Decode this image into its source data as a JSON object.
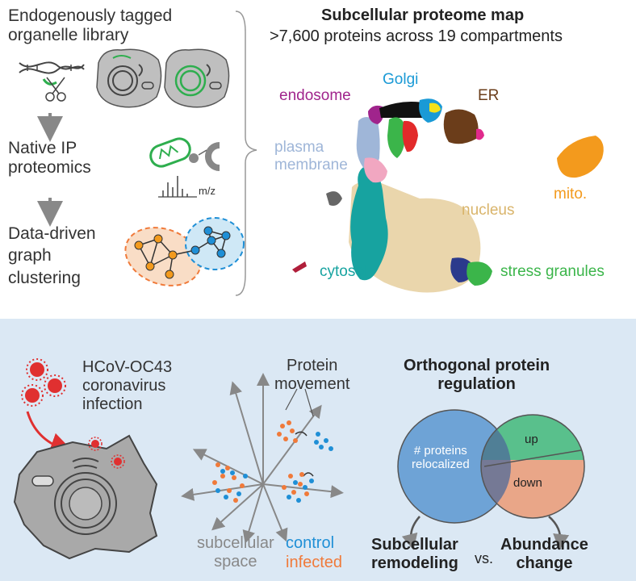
{
  "top": {
    "steps": [
      {
        "label": "Endogenously tagged\norganelle library"
      },
      {
        "label": "Native IP\nproteomics"
      },
      {
        "label": "Data-driven\ngraph\nclustering"
      }
    ],
    "mz_label": "m/z",
    "map": {
      "title": "Subcellular proteome map",
      "subtitle": ">7,600 proteins across 19 compartments",
      "compartments": [
        {
          "name": "endosome",
          "color": "#a0248c"
        },
        {
          "name": "Golgi",
          "color": "#1a9ad6"
        },
        {
          "name": "ER",
          "color": "#6b3d1a"
        },
        {
          "name": "plasma\nmembrane",
          "color": "#9fb6d8"
        },
        {
          "name": "mito.",
          "color": "#f39a1d"
        },
        {
          "name": "nucleus",
          "color": "#e0c48a"
        },
        {
          "name": "cytosol",
          "color": "#17a3a0"
        },
        {
          "name": "stress granules",
          "color": "#3bb54a"
        }
      ]
    }
  },
  "bottom": {
    "infection": "HCoV-OC43\ncoronavirus\ninfection",
    "movement": "Protein\nmovement",
    "axis_label": "subcellular\nspace",
    "legend_control": "control",
    "legend_infected": "infected",
    "colors": {
      "control": "#1f8fd6",
      "infected": "#f07a3a"
    },
    "regulation": {
      "title": "Orthogonal protein\nregulation",
      "relocalized": "# proteins\nrelocalized",
      "up": "up",
      "down": "down",
      "left_label": "Subcellular\nremodeling",
      "vs": "vs.",
      "right_label": "Abundance\nchange"
    }
  }
}
